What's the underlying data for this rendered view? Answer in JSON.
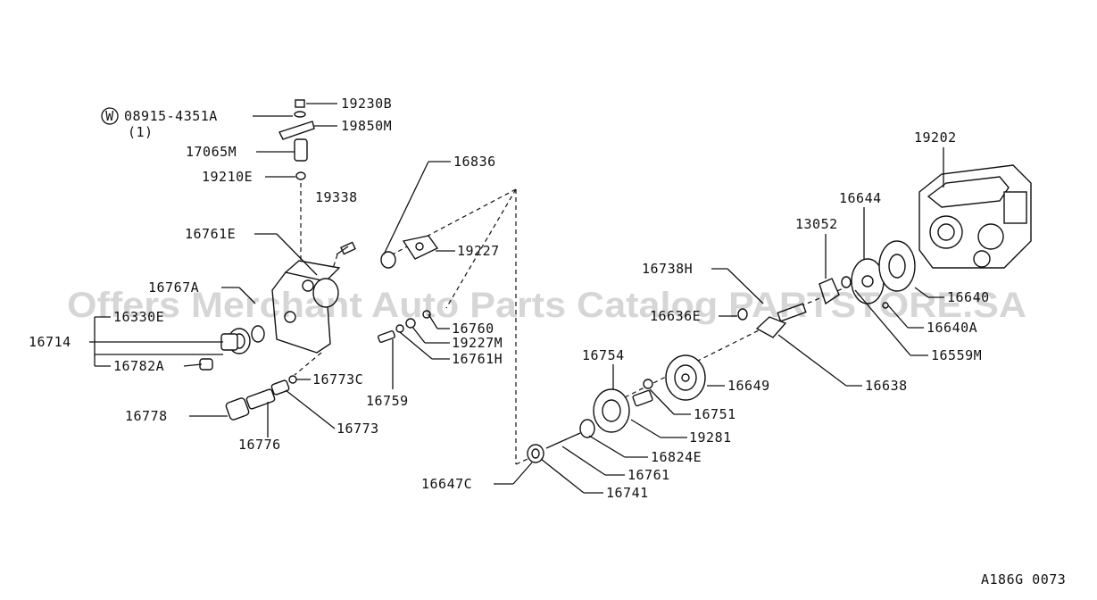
{
  "diagram_code": "A186G 0073",
  "watermark": "Offers Merchant Auto Parts Catalog PARTSTORE.SA",
  "washer_symbol": "W",
  "labels": {
    "p19230B": "19230B",
    "p08915": "08915-4351A",
    "qty": "(1)",
    "p19850M": "19850M",
    "p17065M": "17065M",
    "p19210E": "19210E",
    "p19338": "19338",
    "p16761E": "16761E",
    "p16767A": "16767A",
    "p16330E": "16330E",
    "p16714": "16714",
    "p16782A": "16782A",
    "p16773C": "16773C",
    "p16778": "16778",
    "p16776": "16776",
    "p16773": "16773",
    "p16836": "16836",
    "p19227": "19227",
    "p16760": "16760",
    "p19227M": "19227M",
    "p16761H": "16761H",
    "p16759": "16759",
    "p16754": "16754",
    "p16751": "16751",
    "p19281": "19281",
    "p16824E": "16824E",
    "p16761": "16761",
    "p16647C": "16647C",
    "p16741": "16741",
    "p16649": "16649",
    "p16638": "16638",
    "p16738H": "16738H",
    "p16636E": "16636E",
    "p13052": "13052",
    "p16644": "16644",
    "p19202": "19202",
    "p16640": "16640",
    "p16640A": "16640A",
    "p16559M": "16559M"
  }
}
